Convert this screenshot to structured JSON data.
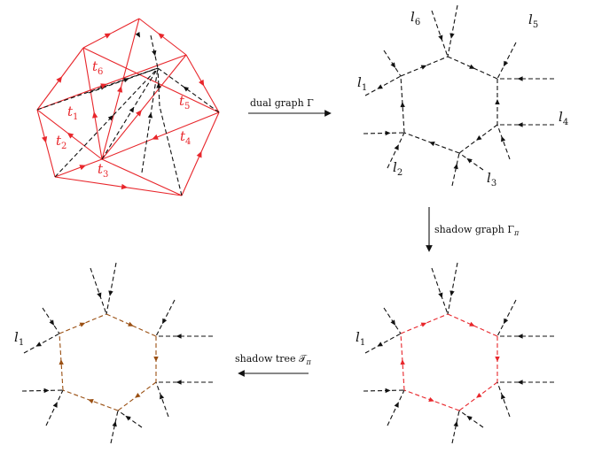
{
  "colors": {
    "red": "#e8262b",
    "black": "#111111",
    "brown": "#9a4f12"
  },
  "triangulation": {
    "labels": [
      {
        "base": "t",
        "sub": "6"
      },
      {
        "base": "t",
        "sub": "1"
      },
      {
        "base": "t",
        "sub": "5"
      },
      {
        "base": "t",
        "sub": "2"
      },
      {
        "base": "t",
        "sub": "4"
      },
      {
        "base": "t",
        "sub": "3"
      }
    ]
  },
  "arrows": {
    "dual": {
      "text": "dual graph Γ"
    },
    "shadow_graph": {
      "text": "shadow graph Γ",
      "sub": "π"
    },
    "shadow_tree": {
      "text": "shadow tree 𝒯",
      "sub": "π"
    }
  },
  "dual_graph": {
    "leg_labels": [
      {
        "base": "l",
        "sub": "6"
      },
      {
        "base": "l",
        "sub": "5"
      },
      {
        "base": "l",
        "sub": "1"
      },
      {
        "base": "l",
        "sub": "4"
      },
      {
        "base": "l",
        "sub": "2"
      },
      {
        "base": "l",
        "sub": "3"
      }
    ]
  },
  "shadow_graph": {
    "leg_label": {
      "base": "l",
      "sub": "1"
    }
  },
  "shadow_tree": {
    "leg_label": {
      "base": "l",
      "sub": "1"
    }
  }
}
